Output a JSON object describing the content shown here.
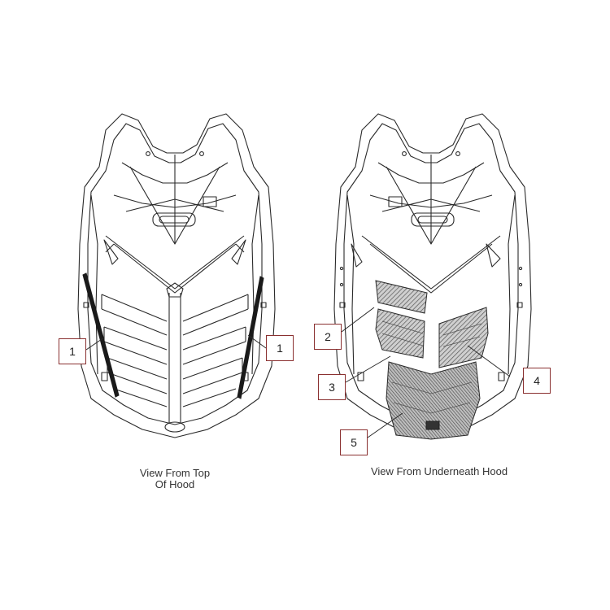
{
  "captions": {
    "top_view": "View From Top\nOf Hood",
    "underneath_view": "View From Underneath Hood"
  },
  "callouts": {
    "left_strip": "1",
    "right_strip": "1",
    "under_part_2": "2",
    "under_part_3": "3",
    "under_part_4": "4",
    "under_part_5": "5"
  },
  "colors": {
    "line": "#2a2a2a",
    "callout_border": "#8a3030",
    "hatch_fill": "#8c8c8c"
  }
}
